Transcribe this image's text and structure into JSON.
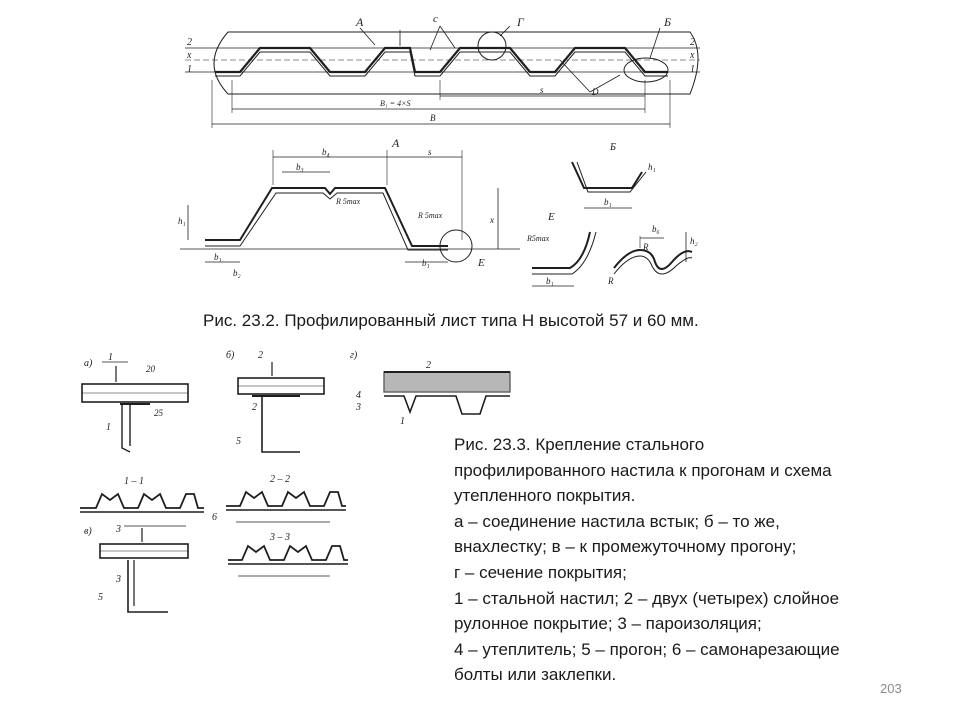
{
  "figure_1": {
    "caption": "Рис. 23.2. Профилированный лист типа Н высотой 57 и 60 мм.",
    "marks": {
      "A": "А",
      "B": "Б",
      "G": "Г",
      "C": "с",
      "D": "D",
      "E": "Е",
      "n2": "2",
      "x": "x",
      "n1": "1",
      "s": "s",
      "B1": "B₁ = 4×S",
      "Bfull": "B",
      "b1": "b₁",
      "b2": "b₂",
      "b3": "b₃",
      "b4": "b₄",
      "b6": "b₆",
      "h1": "h₁",
      "h2": "h₂",
      "Rmax": "R 5max",
      "R": "R",
      "Rtext": "R5max"
    }
  },
  "figure_2": {
    "caption_lines": [
      "Рис. 23.3. Крепление стального",
      "профилированного настила к прогонам и схема",
      "утепленного покрытия.",
      "а – соединение настила встык; б – то же,",
      "внахлестку; в – к промежуточному прогону;",
      "г – сечение покрытия;",
      "1 – стальной настил; 2 – двух (четырех) слойное",
      "рулонное покрытие; 3 – пароизоляция;",
      "4 – утеплитель; 5 – прогон; 6 – самонарезающие",
      "болты или заклепки."
    ],
    "marks": {
      "a": "а)",
      "b": "б)",
      "v": "в)",
      "g": "г)",
      "one": "1",
      "two": "2",
      "three": "3",
      "four": "4",
      "five": "5",
      "six": "6",
      "s11": "1 – 1",
      "s22": "2 – 2",
      "s33": "3 – 3",
      "d20": "20",
      "d25": "25"
    }
  },
  "page_number": "203",
  "colors": {
    "ink": "#1f1f1f",
    "caption": "#1a1a1a",
    "page_number": "#8a8a8a"
  }
}
